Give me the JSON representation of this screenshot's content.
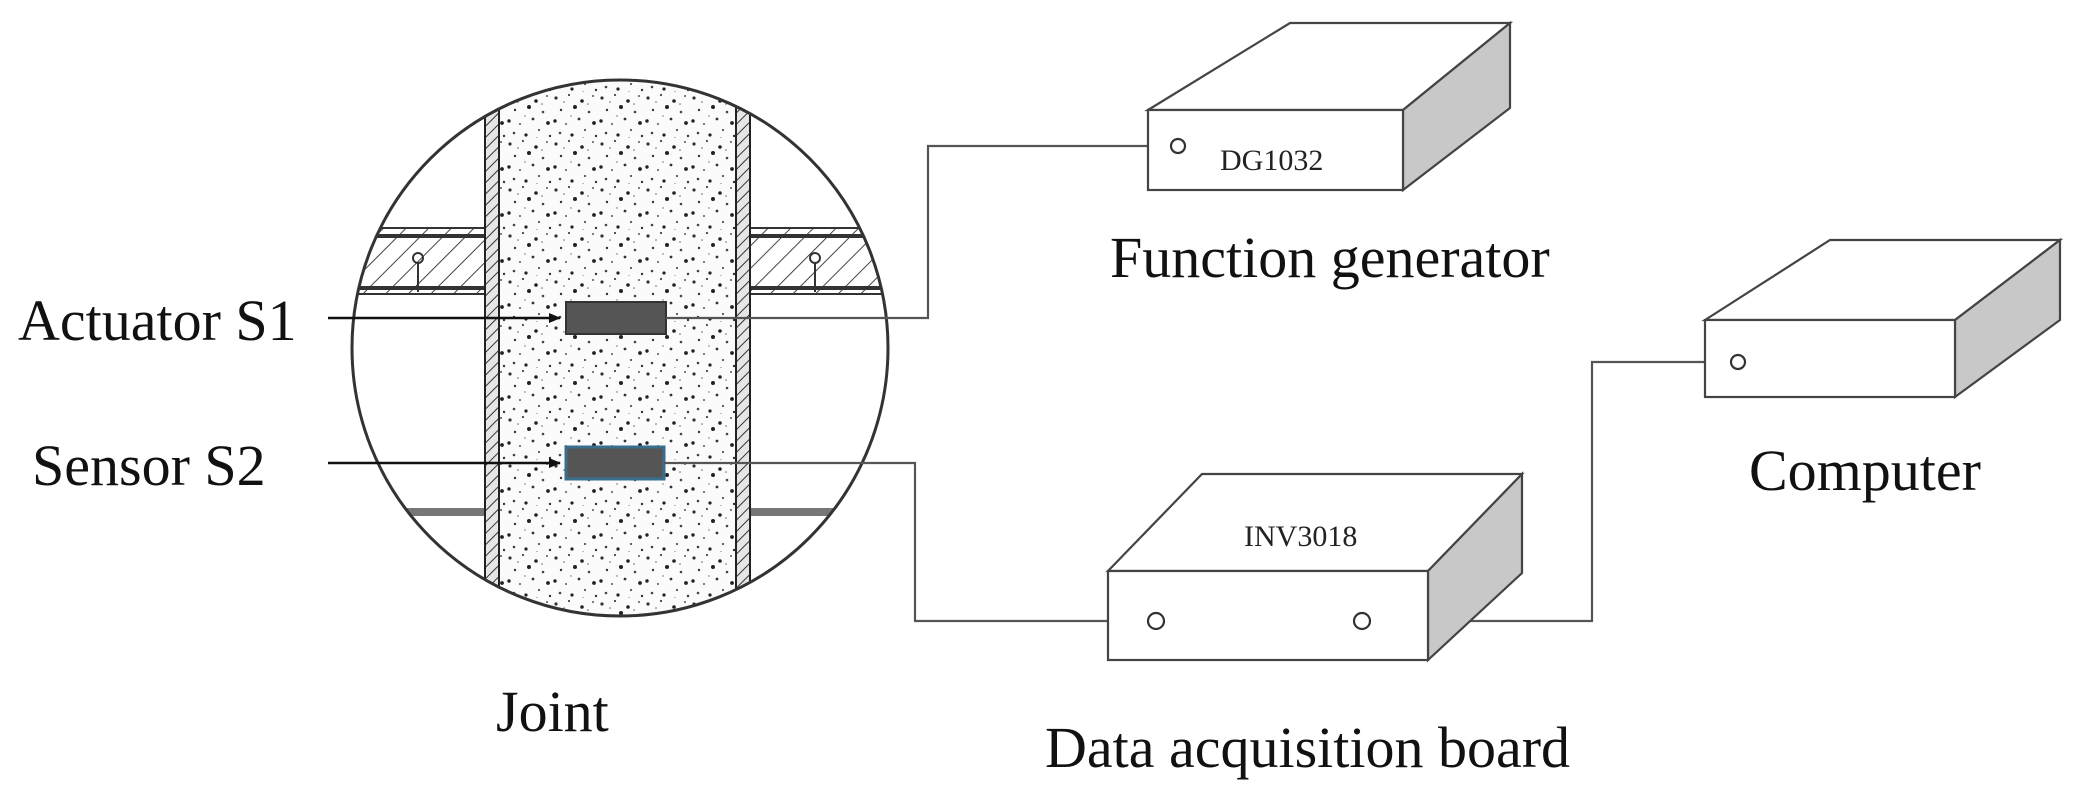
{
  "joint": {
    "label": "Joint",
    "actuator_label": "Actuator S1",
    "sensor_label": "Sensor S2"
  },
  "function_generator": {
    "model": "DG1032",
    "label": "Function generator"
  },
  "data_acquisition_board": {
    "model": "INV3018",
    "label": "Data acquisition board"
  },
  "computer": {
    "label": "Computer"
  },
  "colors": {
    "line": "#555555",
    "box_side": "#c8c8c8",
    "box_top": "#ffffff",
    "pzt_patch": "#555555",
    "sensor_outline": "#3a6e8f"
  }
}
